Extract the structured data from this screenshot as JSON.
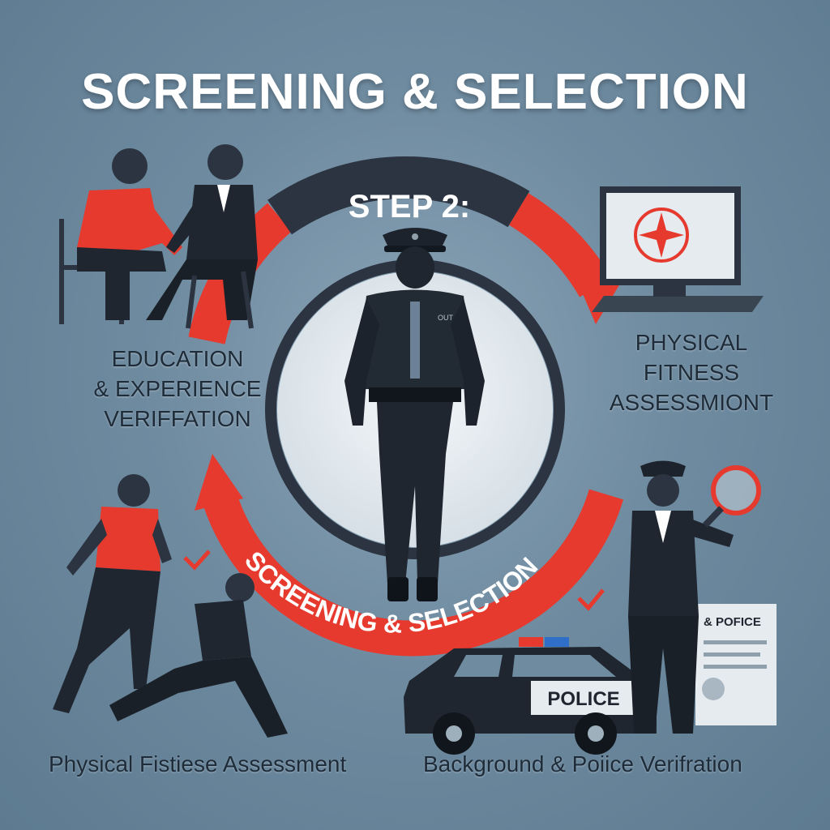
{
  "title": "SCREENING & SELECTION",
  "step_label": "STEP 2:",
  "arc_label": "SCREENING & SELECTION",
  "stages": {
    "education": [
      "EDUCATION",
      "& EXPERIENCE",
      "VERIFFATION"
    ],
    "fitness_top": [
      "PHYSICAL",
      "FITNESS",
      "ASSESSMIONT"
    ],
    "physical_bottom": "Physical Fistiese Assessment",
    "background": "Background & Poiice Verifration"
  },
  "badge_text": "OUT",
  "car_text": "POLICE",
  "document_header": "& POFICE",
  "colors": {
    "accent_red": "#e63a2e",
    "dark_navy": "#2b3440",
    "background": "#6f8ba0",
    "title_text": "#ffffff"
  }
}
